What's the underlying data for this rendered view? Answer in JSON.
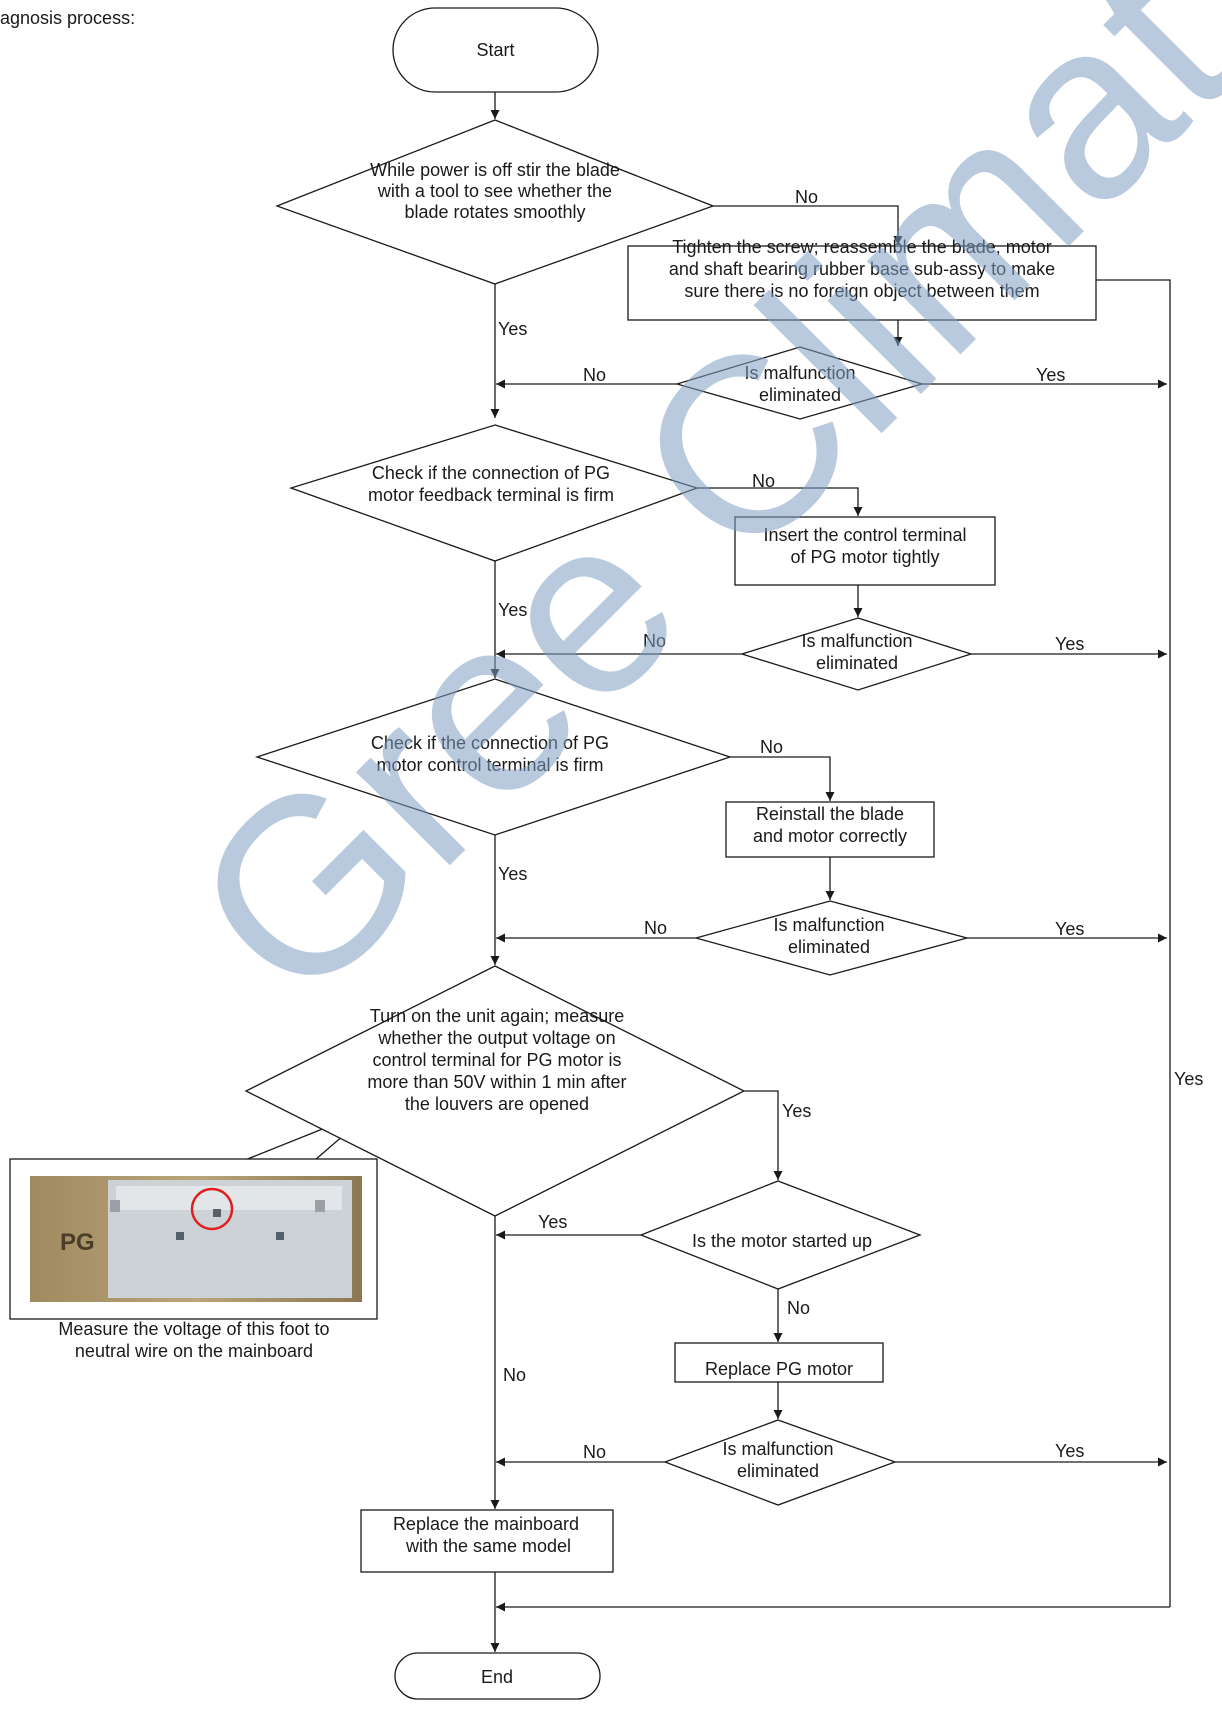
{
  "header": {
    "text": "agnosis process:"
  },
  "watermark": {
    "text": "Gree Climat",
    "color": "#7f9ec2"
  },
  "nodes": {
    "start": "Start",
    "end": "End",
    "d1": [
      "While power is off stir the blade",
      "with a tool to see whether the",
      "blade rotates  smoothly"
    ],
    "p1": [
      "Tighten the screw; reassemble the blade, motor",
      "and shaft bearing rubber base sub-assy to make",
      "sure there is no foreign object between them"
    ],
    "m1": [
      "Is malfunction",
      "eliminated"
    ],
    "d2": [
      "Check if the connection of PG",
      "motor feedback terminal is firm"
    ],
    "p2": [
      "Insert the control terminal",
      "of PG motor tightly"
    ],
    "m2": [
      "Is malfunction",
      "eliminated"
    ],
    "d3": [
      "Check if the connection of PG",
      "motor control terminal is firm"
    ],
    "p3": [
      "Reinstall the blade",
      "and motor correctly"
    ],
    "m3": [
      "Is malfunction",
      "eliminated"
    ],
    "d4": [
      "Turn on the unit again; measure",
      "whether the output voltage on",
      "control terminal for PG motor is",
      "more than 50V  within 1 min after",
      "the louvers are opened"
    ],
    "d5": [
      "Is the motor started up"
    ],
    "p5": [
      "Replace PG motor"
    ],
    "m4": [
      "Is malfunction",
      "eliminated"
    ],
    "p6": [
      "Replace the mainboard",
      " with the same model"
    ]
  },
  "edge_labels": {
    "d1_no": "No",
    "d1_yes": "Yes",
    "m1_no": "No",
    "m1_yes": "Yes",
    "d2_no": "No",
    "d2_yes": "Yes",
    "m2_no": "No",
    "m2_yes": "Yes",
    "d3_no": "No",
    "d3_yes": "Yes",
    "m3_no": "No",
    "m3_yes": "Yes",
    "d4_yes": "Yes",
    "d4_no": "No",
    "d5_yes": "Yes",
    "d5_no": "No",
    "m4_no": "No",
    "m4_yes": "Yes",
    "right_yes": "Yes"
  },
  "photo": {
    "label": "PG",
    "caption": [
      "Measure the voltage of this foot to",
      "neutral wire on the mainboard"
    ],
    "highlight_color": "#e02020"
  }
}
